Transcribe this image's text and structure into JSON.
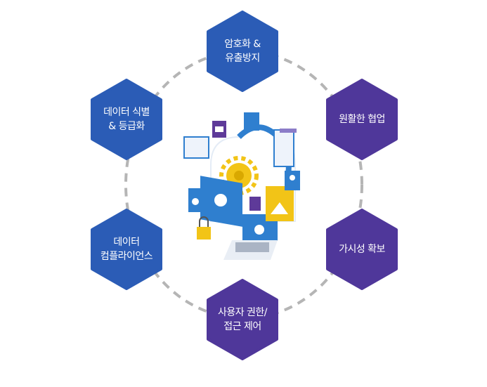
{
  "nodes": [
    {
      "label": "암호화 &\n유출방지",
      "color": "#2b5cb6"
    },
    {
      "label": "원활한 협업",
      "color": "#4f379a"
    },
    {
      "label": "가시성 확보",
      "color": "#4f379a"
    },
    {
      "label": "사용자 권한/\n접근 제어",
      "color": "#4f379a"
    },
    {
      "label": "데이터\n컴플라이언스",
      "color": "#2b5cb6"
    },
    {
      "label": "데이터 식별\n& 등급화",
      "color": "#2b5cb6"
    }
  ],
  "colors": {
    "dash": "#b5b5b5",
    "blue": "#2f7fcf",
    "yellow": "#f2c417",
    "purple": "#5e3a99"
  }
}
